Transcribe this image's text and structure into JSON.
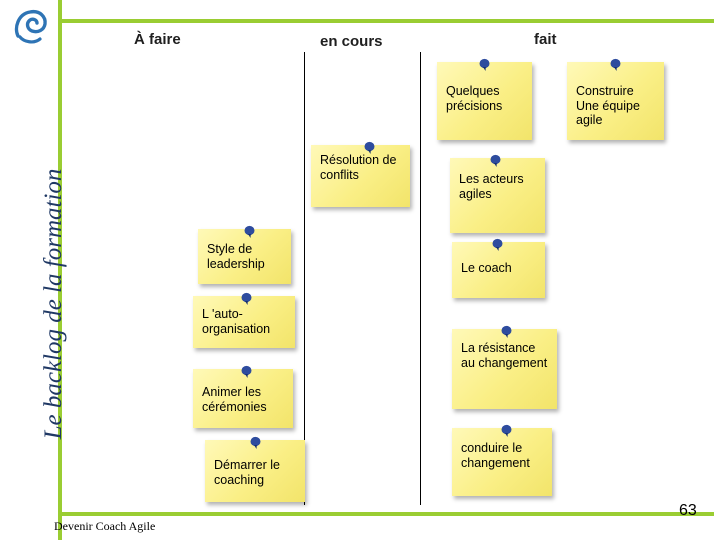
{
  "slide": {
    "vertical_title": "Le backlog de la formation",
    "footer_text": "Devenir Coach Agile",
    "page_number": "63",
    "accent_color": "#9ACD32",
    "note_color": "#FAEF86",
    "pin_color": "#2E4C9E",
    "title_color": "#1F3864"
  },
  "columns": [
    {
      "id": "todo",
      "label": "À faire"
    },
    {
      "id": "doing",
      "label": "en cours"
    },
    {
      "id": "done",
      "label": "fait"
    }
  ],
  "notes": [
    {
      "column": "doing",
      "text": "Quelques précisions"
    },
    {
      "column": "done",
      "text": "Construire Une équipe agile"
    },
    {
      "column": "doing",
      "text": "Résolution de conflits"
    },
    {
      "column": "done",
      "text": "Les acteurs agiles"
    },
    {
      "column": "todo",
      "text": "Style de leadership"
    },
    {
      "column": "done",
      "text": "Le coach"
    },
    {
      "column": "todo",
      "text": "L 'auto-organisation"
    },
    {
      "column": "done",
      "text": "La résistance au changement"
    },
    {
      "column": "todo",
      "text": "Animer les cérémonies"
    },
    {
      "column": "done",
      "text": "conduire le changement"
    },
    {
      "column": "todo",
      "text": "Démarrer le coaching"
    }
  ],
  "icons": {
    "logo": "swirl-e-logo",
    "pin": "pushpin-icon"
  }
}
